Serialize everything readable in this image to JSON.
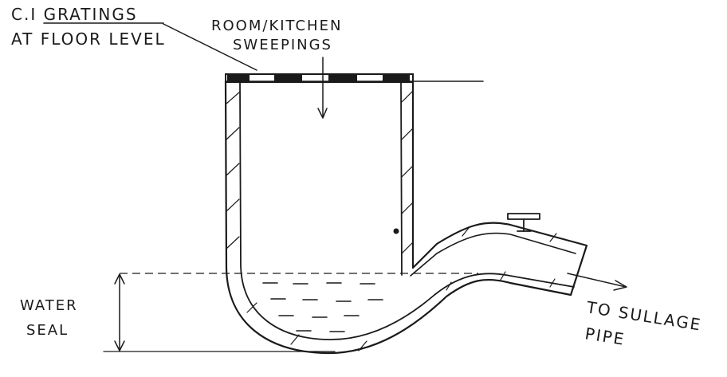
{
  "labels": {
    "gratings_line1": "C.I GRATINGS",
    "gratings_line2": "AT FLOOR LEVEL",
    "sweepings_line1": "ROOM/KITCHEN",
    "sweepings_line2": "SWEEPINGS",
    "water_seal_line1": "WATER",
    "water_seal_line2": "SEAL",
    "outlet_line1": "TO SULLAGE",
    "outlet_line2": "PIPE"
  },
  "colors": {
    "ink": "#1a1a1a",
    "paper": "#ffffff"
  }
}
